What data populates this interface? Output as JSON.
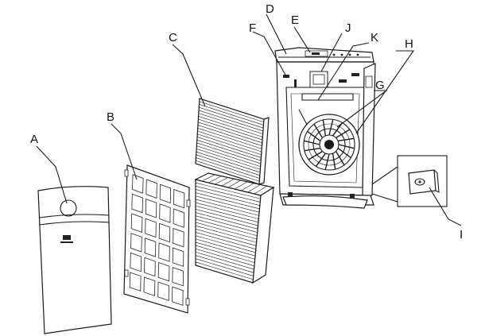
{
  "callouts": [
    {
      "id": "A",
      "label": "A"
    },
    {
      "id": "B",
      "label": "B"
    },
    {
      "id": "C",
      "label": "C"
    },
    {
      "id": "D",
      "label": "D"
    },
    {
      "id": "E",
      "label": "E"
    },
    {
      "id": "F",
      "label": "F"
    },
    {
      "id": "G",
      "label": "G"
    },
    {
      "id": "H",
      "label": "H"
    },
    {
      "id": "I",
      "label": "I"
    },
    {
      "id": "J",
      "label": "J"
    },
    {
      "id": "K",
      "label": "K"
    }
  ]
}
